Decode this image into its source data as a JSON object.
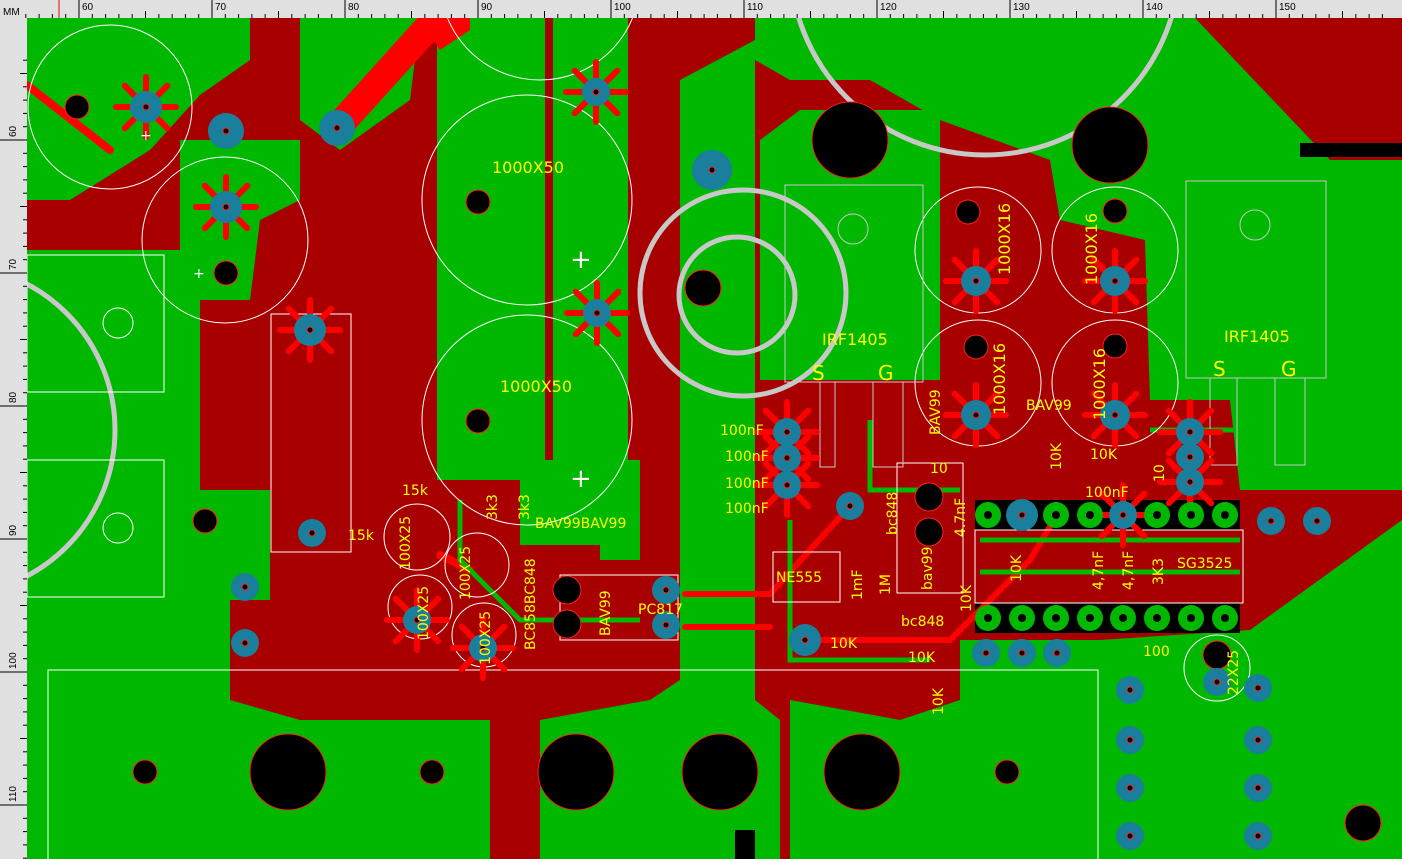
{
  "ruler": {
    "unit": "MM",
    "top_ticks": [
      "60",
      "70",
      "80",
      "90",
      "100",
      "110",
      "120",
      "130",
      "140",
      "150"
    ],
    "left_ticks": [
      "60",
      "70",
      "80",
      "90",
      "100",
      "110"
    ]
  },
  "labels": {
    "cap1": "1000X50",
    "cap2": "1000X50",
    "irf1": "IRF1405",
    "irf2": "IRF1405",
    "s1": "S",
    "g1": "G",
    "s2": "S",
    "g2": "G",
    "c16a": "1000X16",
    "c16b": "1000X16",
    "c16c": "1000X16",
    "c16d": "1000X16",
    "bav1": "BAV99",
    "bav2": "BAV99",
    "n1": "100nF",
    "n2": "100nF",
    "n3": "100nF",
    "n4": "100nF",
    "r10k1": "10K",
    "r10k2": "10K",
    "r10a": "10",
    "n5": "100nF",
    "r10b": "10",
    "bc1": "bc848",
    "c47": "4.7nF",
    "r15k1": "15k",
    "r15k2": "15k",
    "r3k3a": "3k3",
    "r3k3b": "3k3",
    "bavpair": "BAV99BAV99",
    "c25a": "100X25",
    "c25b": "100X25",
    "c25c": "100X25",
    "c25d": "100X25",
    "bc858": "BC858BC848",
    "bav3": "BAV99",
    "pc817": "PC817",
    "ne555": "NE555",
    "c1mf": "1mF",
    "r1m": "1M",
    "bav4": "bav99",
    "r10k3": "10K",
    "bc2": "bc848",
    "r10k4": "10K",
    "r10k5": "10K",
    "r10k6": "10K",
    "c47b": "4,7nF",
    "c47c": "4,7nF",
    "r3k3c": "3K3",
    "sg3525": "SG3525",
    "r100": "100",
    "c22": "22X25",
    "r10k7": "10K"
  },
  "colors": {
    "background": "#a80000",
    "copper_top": "#00b800",
    "pad": "#1a7f9c",
    "thermal": "#ff0000",
    "silk": "#ffffff",
    "label": "#ffff00",
    "ring": "#c8c8c8"
  }
}
